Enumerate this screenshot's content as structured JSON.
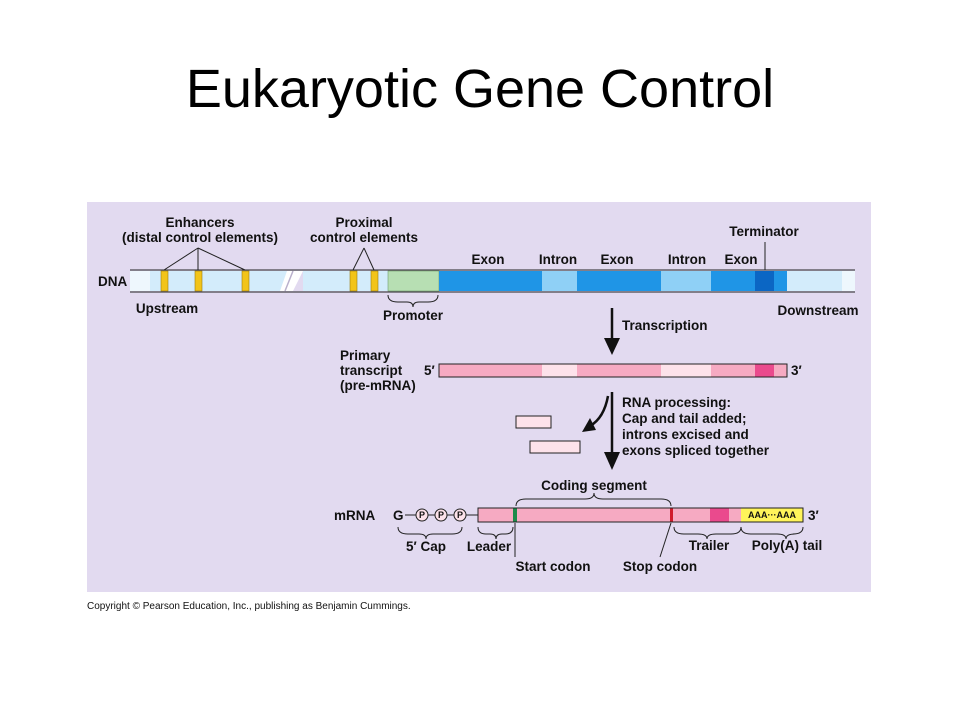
{
  "title": "Eukaryotic Gene Control",
  "colors": {
    "panel": "#e2daf0",
    "dna_light": "#d3ecfb",
    "exon": "#1f95e6",
    "intron": "#8fd0f6",
    "terminator": "#0b66c4",
    "promoter": "#b7dfb3",
    "control_element": "#f2c419",
    "rna_exon": "#f6aac2",
    "rna_intron": "#fde2ea",
    "rna_dark": "#ea4a8d",
    "polya": "#fff45a",
    "start_codon": "#1c8a4a",
    "stop_codon": "#d01c2c"
  },
  "dna": {
    "label": "DNA",
    "enhancers": "Enhancers",
    "enhancers_sub": "(distal control elements)",
    "proximal": "Proximal",
    "proximal_sub": "control elements",
    "terminator": "Terminator",
    "exon1": "Exon",
    "intron1": "Intron",
    "exon2": "Exon",
    "intron2": "Intron",
    "exon3": "Exon",
    "upstream": "Upstream",
    "promoter": "Promoter",
    "downstream": "Downstream"
  },
  "transcription": "Transcription",
  "primary": {
    "line1": "Primary",
    "line2": "transcript",
    "line3": "(pre-mRNA)",
    "five": "5′",
    "three": "3′"
  },
  "processing": {
    "title": "RNA processing:",
    "line1": "Cap and tail added;",
    "line2": "introns excised and",
    "line3": "exons spliced together"
  },
  "mrna": {
    "label": "mRNA",
    "g": "G",
    "p": "P",
    "coding_segment": "Coding segment",
    "polya_text": "AAA···AAA",
    "three": "3′",
    "cap": "5′ Cap",
    "leader": "Leader",
    "trailer": "Trailer",
    "polya_tail": "Poly(A) tail",
    "start_codon": "Start codon",
    "stop_codon": "Stop codon"
  },
  "copyright": "Copyright © Pearson Education, Inc., publishing as Benjamin Cummings."
}
